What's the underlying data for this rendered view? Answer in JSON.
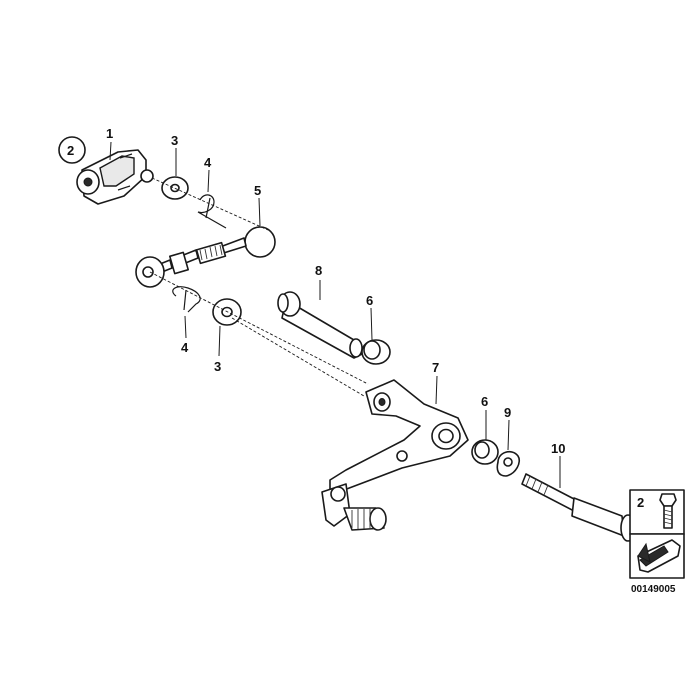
{
  "diagram": {
    "callouts": {
      "c1": "1",
      "c2_circled": "2",
      "c3_top": "3",
      "c4_top": "4",
      "c5": "5",
      "c8": "8",
      "c6_upper": "6",
      "c4_bottom": "4",
      "c3_bottom": "3",
      "c7": "7",
      "c6_lower": "6",
      "c9": "9",
      "c10": "10",
      "c2_box": "2"
    },
    "drawing_number": "00149005"
  }
}
